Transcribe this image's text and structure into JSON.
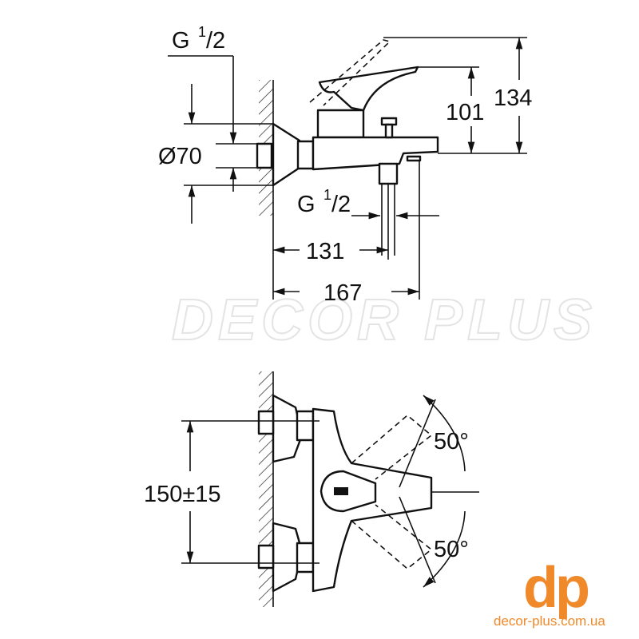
{
  "side_view": {
    "thread_top": {
      "base": "G",
      "num": "1",
      "den": "/2"
    },
    "diameter": "Ø70",
    "height_lever": "101",
    "height_total": "134",
    "thread_outlet": {
      "base": "G",
      "num": "1",
      "den": "/2"
    },
    "depth_outlet": "131",
    "depth_total": "167"
  },
  "top_view": {
    "spacing": "150±15",
    "angle_up": "50°",
    "angle_down": "50°"
  },
  "watermark": "DECOR PLUS",
  "logo": {
    "mark": "dp",
    "url": "decor-plus.com.ua",
    "color": "#f0892a"
  }
}
